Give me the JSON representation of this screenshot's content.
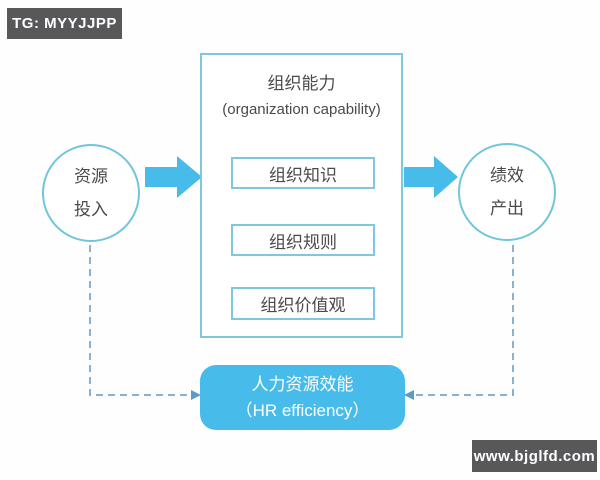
{
  "badges": {
    "top_left": "TG: MYYJJPP",
    "bottom_right": "www.bjglfd.com"
  },
  "diagram": {
    "input_node": {
      "line1": "资源",
      "line2": "投入"
    },
    "output_node": {
      "line1": "绩效",
      "line2": "产出"
    },
    "capability_box": {
      "title_zh": "组织能力",
      "title_en": "(organization capability)",
      "items": [
        "组织知识",
        "组织规则",
        "组织价值观"
      ]
    },
    "hr_box": {
      "line1": "人力资源效能",
      "line2": "（HR efficiency）"
    }
  },
  "colors": {
    "accent_fill": "#47bbea",
    "outline_cyan": "#7cc8dc",
    "dashed_line": "#5e9ac6",
    "badge_background": "#58585a",
    "text_dark": "#4a4a4a",
    "text_white": "#ffffff"
  }
}
